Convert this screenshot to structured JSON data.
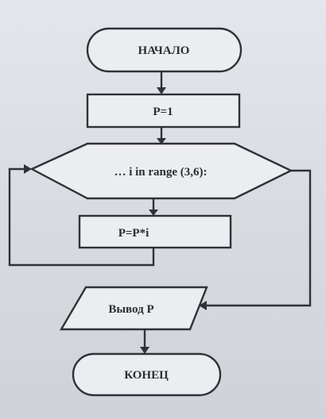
{
  "diagram": {
    "nodes": {
      "start": "НАЧАЛО",
      "init": "P=1",
      "loop": "… i in range (3,6):",
      "body": "P=P*i",
      "output": "Вывод P",
      "end": "КОНЕЦ"
    }
  }
}
